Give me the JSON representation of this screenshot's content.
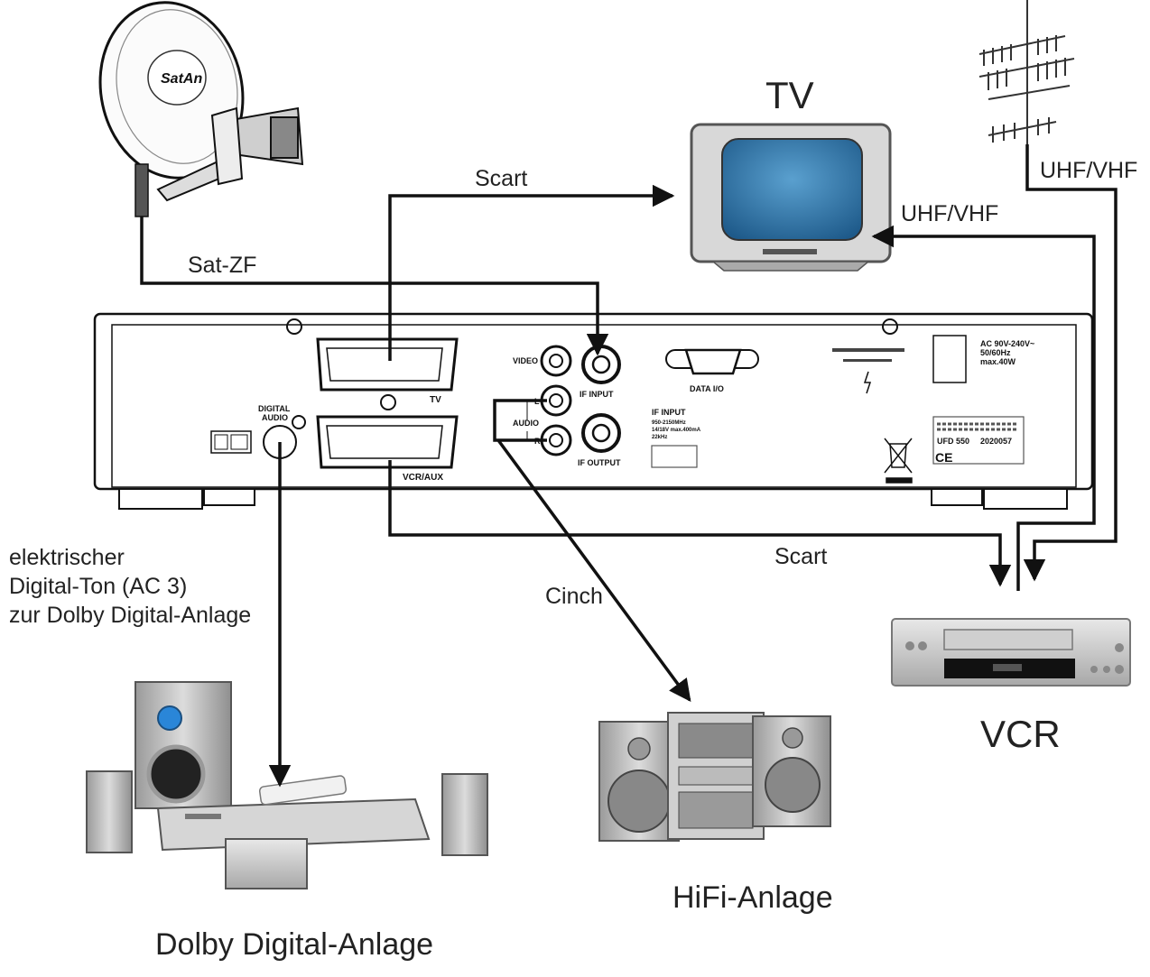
{
  "devices": {
    "tv": {
      "label": "TV"
    },
    "vcr": {
      "label": "VCR"
    },
    "hifi": {
      "label": "HiFi-Anlage"
    },
    "dolby": {
      "label": "Dolby Digital-Anlage"
    },
    "dish": {
      "brand": "SatAn"
    }
  },
  "connections": {
    "sat_zf": "Sat-ZF",
    "scart_tv": "Scart",
    "scart_vcr": "Scart",
    "uhf_vhf_antenna": "UHF/VHF",
    "uhf_vhf_tv": "UHF/VHF",
    "cinch": "Cinch",
    "digital_audio_note": [
      "elektrischer",
      "Digital-Ton (AC 3)",
      "zur Dolby Digital-Anlage"
    ]
  },
  "receiver_panel": {
    "tv_scart": "TV",
    "vcr_scart": "VCR/AUX",
    "digital_audio": [
      "DIGITAL",
      "AUDIO"
    ],
    "video": "VIDEO",
    "audio": "AUDIO",
    "audio_l": "L",
    "audio_r": "R",
    "if_input": "IF INPUT",
    "if_output": "IF OUTPUT",
    "data_io": "DATA I/O",
    "power_spec": [
      "AC 90V-240V~",
      "50/60Hz",
      "max.40W"
    ],
    "model": "UFD 550",
    "serial": "2020057",
    "ce": "CE",
    "if_input_spec_title": "IF INPUT",
    "if_input_spec": [
      "950-2150MHz",
      "14/18V max.400mA",
      "22kHz"
    ]
  },
  "colors": {
    "line": "#111111",
    "tv_screen": "#2a6fa3",
    "dolby_led": "#2a86d8"
  }
}
